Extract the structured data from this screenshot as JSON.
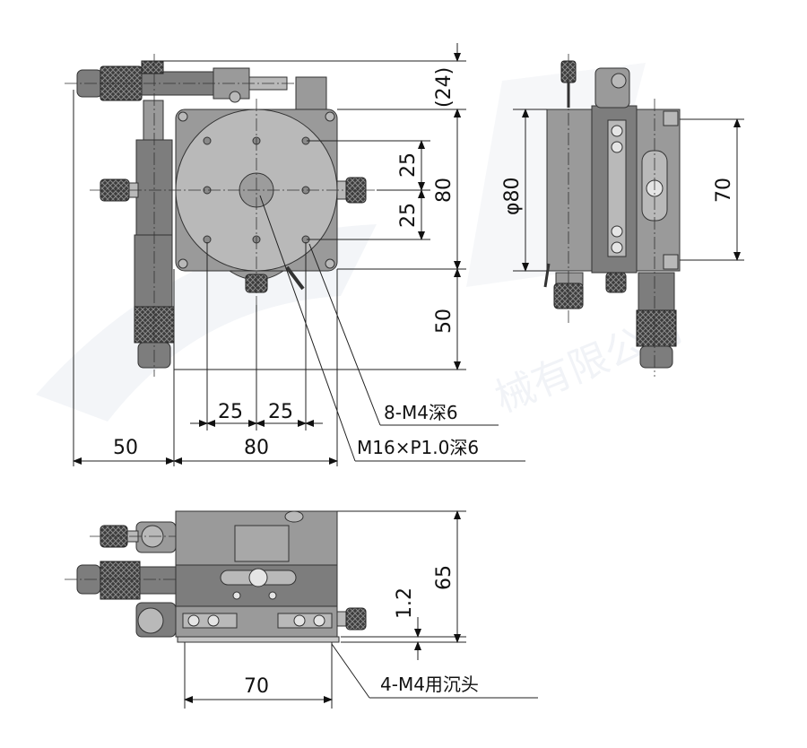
{
  "drawing": {
    "top_view": {
      "dim_24": "(24)",
      "dim_25_v1": "25",
      "dim_25_v2": "25",
      "dim_80_v": "80",
      "dim_50_v": "50",
      "dim_25_h1": "25",
      "dim_25_h2": "25",
      "dim_50_h": "50",
      "dim_80_h": "80",
      "note_holes": "8-M4深6",
      "note_center": "M16×P1.0深6"
    },
    "side_view": {
      "dim_diameter": "φ80",
      "dim_70_v": "70"
    },
    "front_view": {
      "dim_65": "65",
      "dim_1_2": "1.2",
      "dim_70_h": "70",
      "note_mount": "4-M4用沉头"
    }
  }
}
